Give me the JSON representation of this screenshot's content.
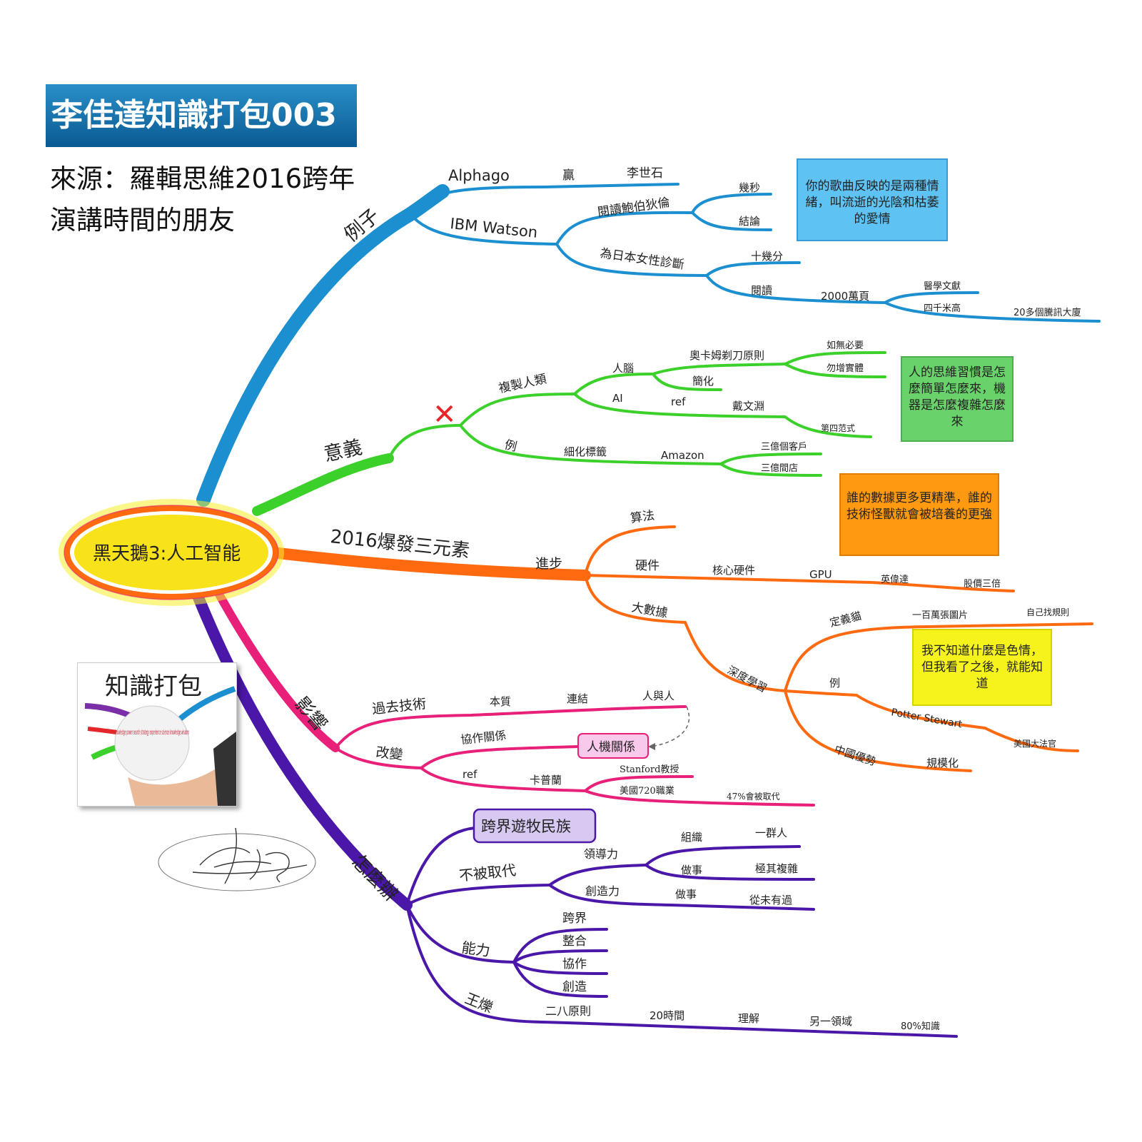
{
  "title": "李佳達知識打包003",
  "source": "來源：羅輯思維2016跨年演講時間的朋友",
  "center": "黑天鵝3:人工智能",
  "colors": {
    "blue": "#1b8fd0",
    "green": "#3bd12a",
    "orange": "#ff6a10",
    "pink": "#e8207a",
    "purple": "#4a17a8",
    "red": "#e5262a"
  },
  "branches": {
    "examples": {
      "label": "例子",
      "alphago": "Alphago",
      "win": "贏",
      "lee": "李世石",
      "watson": "IBM Watson",
      "read_all": "閱讀鮑伯狄倫",
      "seconds": "幾秒",
      "conclusion": "結論",
      "diagnose": "為日本女性診斷",
      "ten_min": "十幾分",
      "read": "閱讀",
      "pages": "2000萬頁",
      "medical": "醫學文獻",
      "height": "四千米高",
      "tencent": "20多個騰訊大廈"
    },
    "meaning": {
      "label": "意義",
      "cross": "✕",
      "copy": "複製人類",
      "brain": "人腦",
      "occam": "奧卡姆剃刀原則",
      "unnecessary": "如無必要",
      "no_add": "勿增實體",
      "simplify": "簡化",
      "ai": "AI",
      "ref": "ref",
      "dai": "戴文淵",
      "paradigm": "第四范式",
      "example": "例",
      "tags": "細化標籤",
      "amazon": "Amazon",
      "customers": "三億個客戶",
      "stores": "三億間店"
    },
    "factors": {
      "label": "2016爆發三元素",
      "progress": "進步",
      "algo": "算法",
      "hardware": "硬件",
      "core": "核心硬件",
      "gpu": "GPU",
      "nvidia": "英偉達",
      "stock": "股價三倍",
      "bigdata": "大數據",
      "deep": "深度學習",
      "define_cat": "定義貓",
      "million": "一百萬張圖片",
      "self_rule": "自己找規則",
      "example": "例",
      "potter": "Potter Stewart",
      "justice": "美國大法官",
      "china": "中國優勢",
      "scale": "規模化"
    },
    "impact": {
      "label": "影響",
      "past": "過去技術",
      "essence": "本質",
      "connect": "連結",
      "people": "人與人",
      "change": "改變",
      "collab": "協作關係",
      "hm": "人機關係",
      "ref": "ref",
      "carpenter": "卡普蘭",
      "stanford": "Stanford教授",
      "jobs": "美國720職業",
      "replaced": "47%會被取代"
    },
    "what": {
      "label": "怎麼辦",
      "nomad": "跨界遊牧民族",
      "not_replaced": "不被取代",
      "leadership": "領導力",
      "organize": "組織",
      "group": "一群人",
      "do1": "做事",
      "complex": "極其複雜",
      "creativity": "創造力",
      "do2": "做事",
      "never": "從未有過",
      "ability": "能力",
      "a1": "跨界",
      "a2": "整合",
      "a3": "協作",
      "a4": "創造",
      "wang": "王爍",
      "pareto": "二八原則",
      "hours": "20時間",
      "understand": "理解",
      "other": "另一領域",
      "knowledge": "80%知識"
    }
  },
  "notes": {
    "blue": "你的歌曲反映的是兩種情緒，叫流逝的光陰和枯萎的愛情",
    "green": "人的思維習慣是怎麼簡單怎麼來，機器是怎麼複雜怎麼來",
    "orange": "誰的數據更多更精準，誰的技術怪獸就會被培養的更強",
    "yellow": "我不知道什麼是色情，但我看了之後，就能知道"
  },
  "photo": {
    "logo": "知識打包",
    "sphere_words": "knowledge power search strategy experience science knowledge wisdom"
  }
}
